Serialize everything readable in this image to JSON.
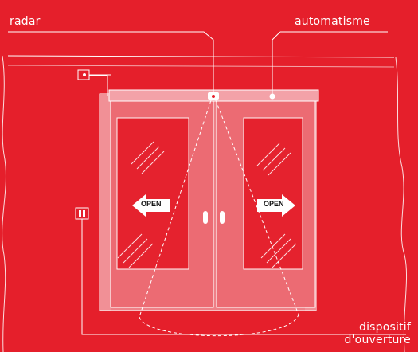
{
  "labels": {
    "radar": "radar",
    "automatisme": "automatisme",
    "dispositif_line1": "dispositif",
    "dispositif_line2": "d'ouverture"
  },
  "doors": {
    "left_arrow_text": "OPEN",
    "right_arrow_text": "OPEN"
  },
  "colors": {
    "background": "#e51f2b",
    "line": "#ffffff",
    "panel": "#ef7f86"
  }
}
